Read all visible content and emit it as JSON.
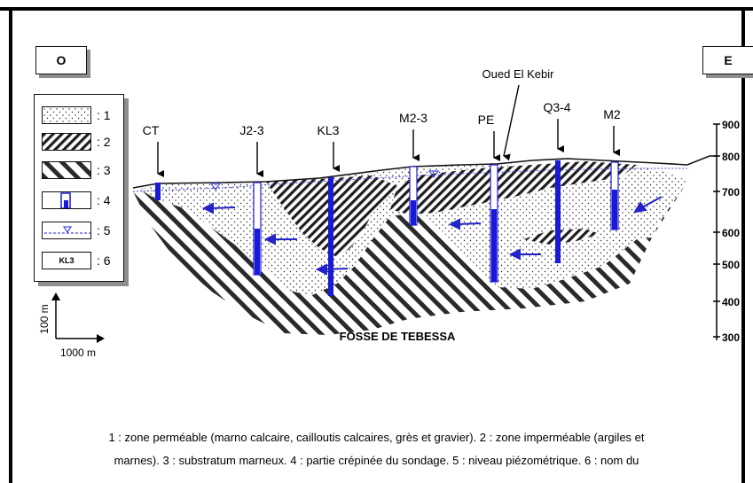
{
  "orientation": {
    "west": "O",
    "east": "E"
  },
  "legend": [
    {
      "num": ": 1",
      "pattern": "dots"
    },
    {
      "num": ": 2",
      "pattern": "hatch-dense"
    },
    {
      "num": ": 3",
      "pattern": "hatch-wide"
    },
    {
      "num": ": 4",
      "pattern": "borehole"
    },
    {
      "num": ": 5",
      "pattern": "piezometric-line"
    },
    {
      "num": ": 6",
      "pattern": "name-box",
      "box_text": "KL3"
    }
  ],
  "boreholes": [
    "CT",
    "J2-3",
    "KL3",
    "M2-3",
    "PE",
    "Q3-4",
    "M2"
  ],
  "river_label": "Oued El Kebir",
  "basin_label": "FOSSE DE TEBESSA",
  "elevation_ticks": [
    "900",
    "800",
    "700",
    "600",
    "500",
    "400",
    "300"
  ],
  "scale": {
    "vertical": "100 m",
    "horizontal": "1000 m"
  },
  "caption": {
    "line1": "1 : zone perméable (marno calcaire, cailloutis calcaires, grès et gravier). 2 : zone imperméable (argiles et",
    "line2": "marnes). 3 : substratum marneux. 4 : partie crépinée du sondage. 5 : niveau piézométrique. 6 : nom du"
  },
  "colors": {
    "borehole": "#1a1ad6",
    "arrow": "#2323c8",
    "piezo": "#4a4ae0",
    "frame": "#000000"
  }
}
